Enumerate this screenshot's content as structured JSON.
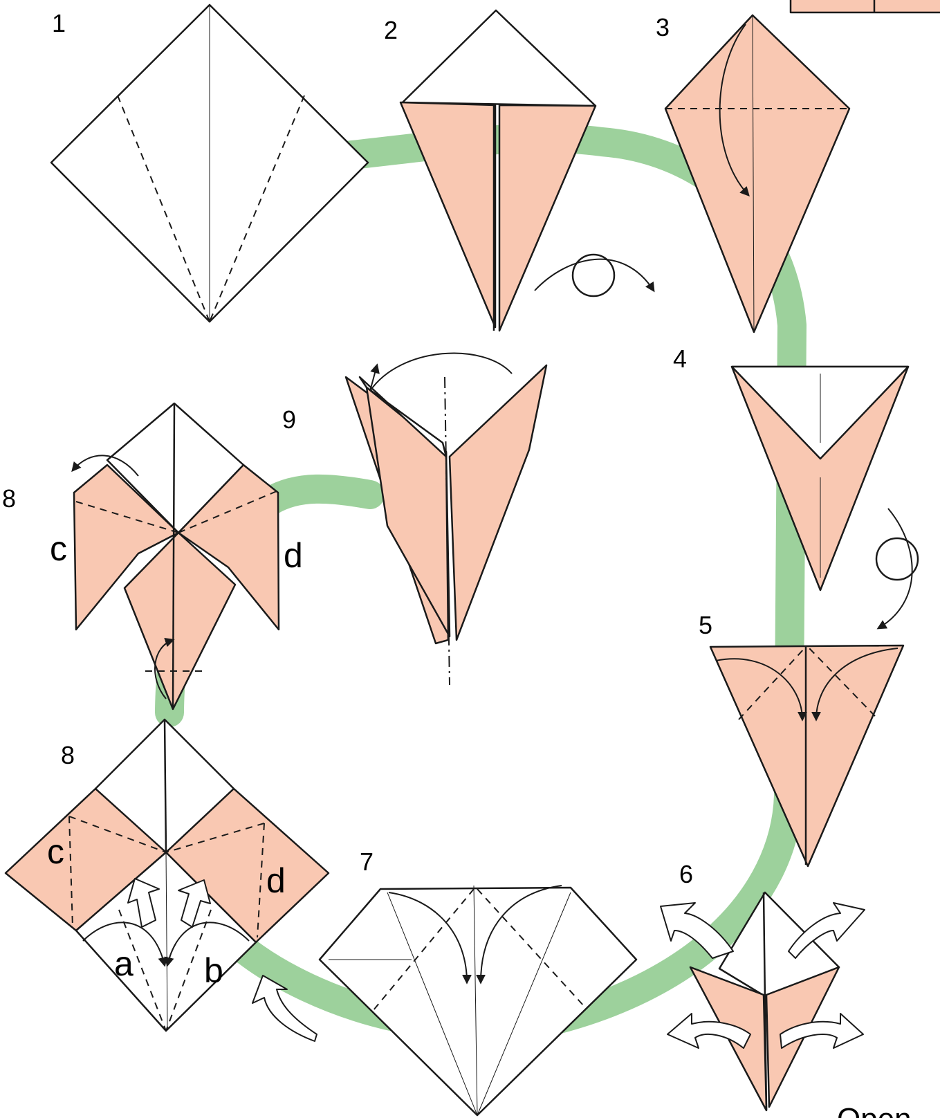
{
  "steps": [
    {
      "label": "1"
    },
    {
      "label": "2"
    },
    {
      "label": "3"
    },
    {
      "label": "4"
    },
    {
      "label": "5"
    },
    {
      "label": "6"
    },
    {
      "label": "7"
    },
    {
      "label": "8"
    },
    {
      "label": "8"
    },
    {
      "label": "9"
    }
  ],
  "flap_labels": {
    "a": "a",
    "b": "b",
    "c": "c",
    "d": "d"
  },
  "footer": {
    "text": "Open"
  },
  "colors": {
    "paper_color": "#f9c8b2",
    "paper_white": "#ffffff",
    "path_band": "#9dd19c",
    "line": "#1a1a1a"
  }
}
